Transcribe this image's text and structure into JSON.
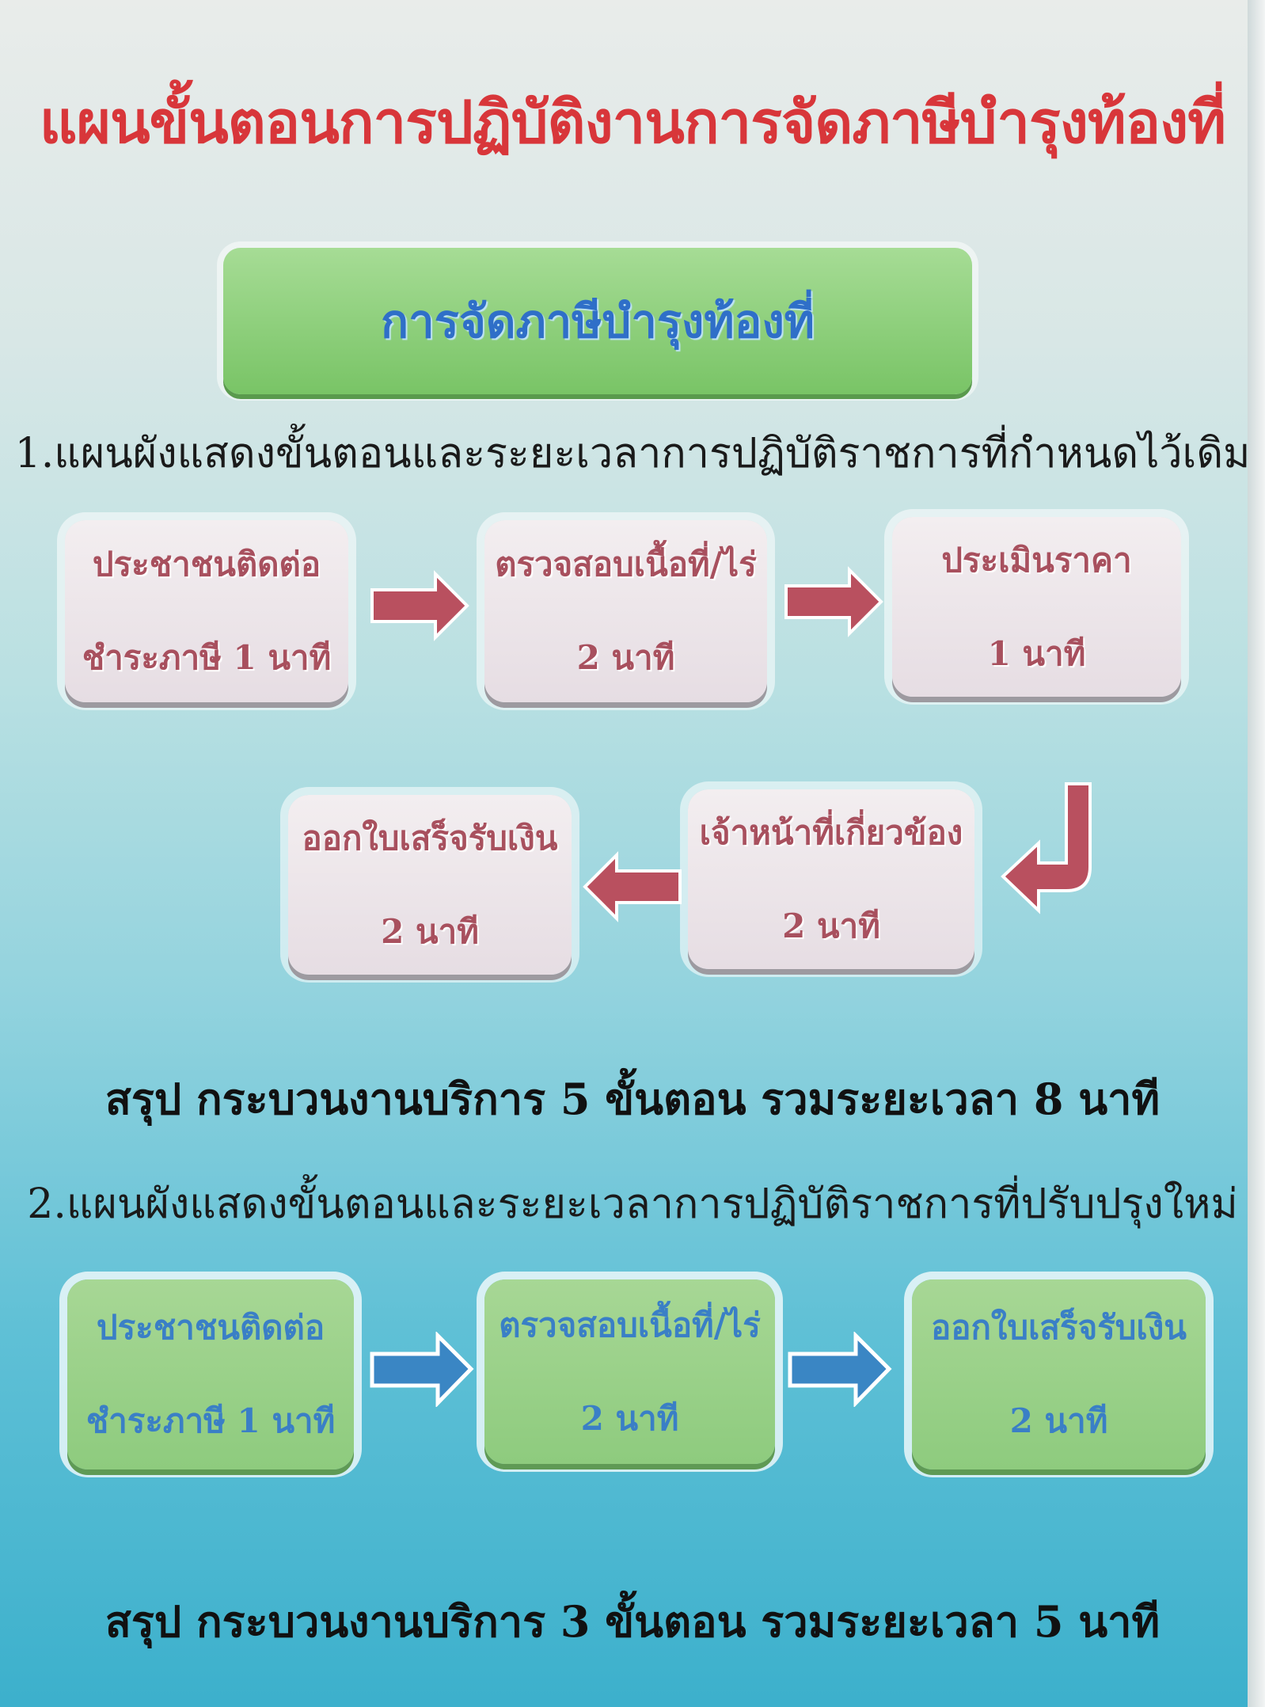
{
  "title": "แผนขั้นตอนการปฏิบัติงานการจัดภาษีบำรุงท้องที่",
  "header_box": "การจัดภาษีบำรุงท้องที่",
  "section1": {
    "heading": "1.แผนผังแสดงขั้นตอนและระยะเวลาการปฏิบัติราชการที่กำหนดไว้เดิม",
    "steps": [
      {
        "label": "ประชาชนติดต่อ",
        "time": "ชำระภาษี 1 นาที"
      },
      {
        "label": "ตรวจสอบเนื้อที่/ไร่",
        "time": "2 นาที"
      },
      {
        "label": "ประเมินราคา",
        "time": "1 นาที"
      },
      {
        "label": "เจ้าหน้าที่เกี่ยวข้อง",
        "time": "2 นาที"
      },
      {
        "label": "ออกใบเสร็จรับเงิน",
        "time": "2 นาที"
      }
    ],
    "summary": "สรุป  กระบวนงานบริการ 5 ขั้นตอน รวมระยะเวลา 8 นาที"
  },
  "section2": {
    "heading": "2.แผนผังแสดงขั้นตอนและระยะเวลาการปฏิบัติราชการที่ปรับปรุงใหม่",
    "steps": [
      {
        "label": "ประชาชนติดต่อ",
        "time": "ชำระภาษี 1 นาที"
      },
      {
        "label": "ตรวจสอบเนื้อที่/ไร่",
        "time": "2 นาที"
      },
      {
        "label": "ออกใบเสร็จรับเงิน",
        "time": "2 นาที"
      }
    ],
    "summary": "สรุป  กระบวนงานบริการ 3 ขั้นตอน รวมระยะเวลา 5 นาที"
  },
  "colors": {
    "title": "#d8363a",
    "old_arrow": "#b9505f",
    "new_arrow": "#3a86c4",
    "old_box": "#ece5e9",
    "new_box": "#98d086"
  }
}
